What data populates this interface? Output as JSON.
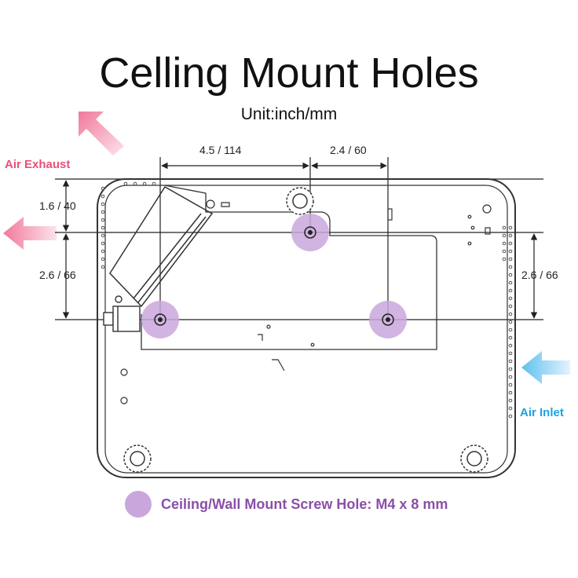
{
  "title": "Celling Mount Holes",
  "subtitle": "Unit:inch/mm",
  "labels": {
    "air_exhaust": "Air Exhaust",
    "air_inlet": "Air Inlet"
  },
  "dimensions": {
    "top_left": "4.5 / 114",
    "top_right": "2.4 / 60",
    "left_upper": "1.6 / 40",
    "left_lower": "2.6 / 66",
    "right": "2.6 / 66"
  },
  "legend": {
    "text": "Ceiling/Wall Mount Screw Hole: M4 x 8 mm"
  },
  "colors": {
    "exhaust": "#f4a3b7",
    "inlet": "#8fd2f4",
    "screw_hole": "#c9a7dc",
    "legend_text": "#8a4fa8"
  }
}
